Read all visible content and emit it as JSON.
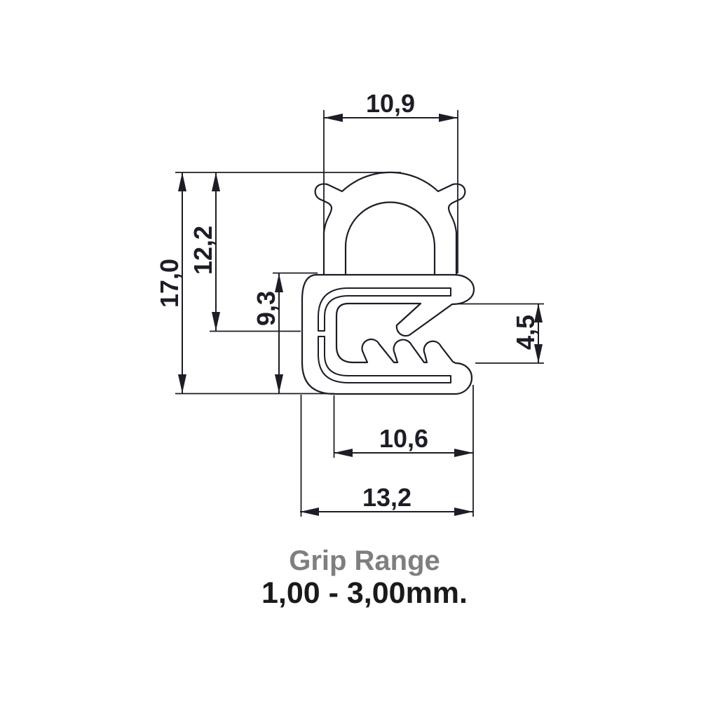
{
  "drawing": {
    "type": "seal-profile-cross-section",
    "dimensions": {
      "bulb_width": "10,9",
      "overall_height": "17,0",
      "upper_section_height": "12,2",
      "channel_height": "9,3",
      "mouth_opening": "4,5",
      "inner_width": "10,6",
      "overall_width": "13,2"
    },
    "caption": {
      "title": "Grip Range",
      "value": "1,00 - 3,00mm."
    },
    "colors": {
      "line": "#1d1d27",
      "dimension_text": "#1d1d27",
      "caption_title": "#7f7f7f",
      "caption_value": "#1a1a1a",
      "background": "#ffffff"
    }
  }
}
